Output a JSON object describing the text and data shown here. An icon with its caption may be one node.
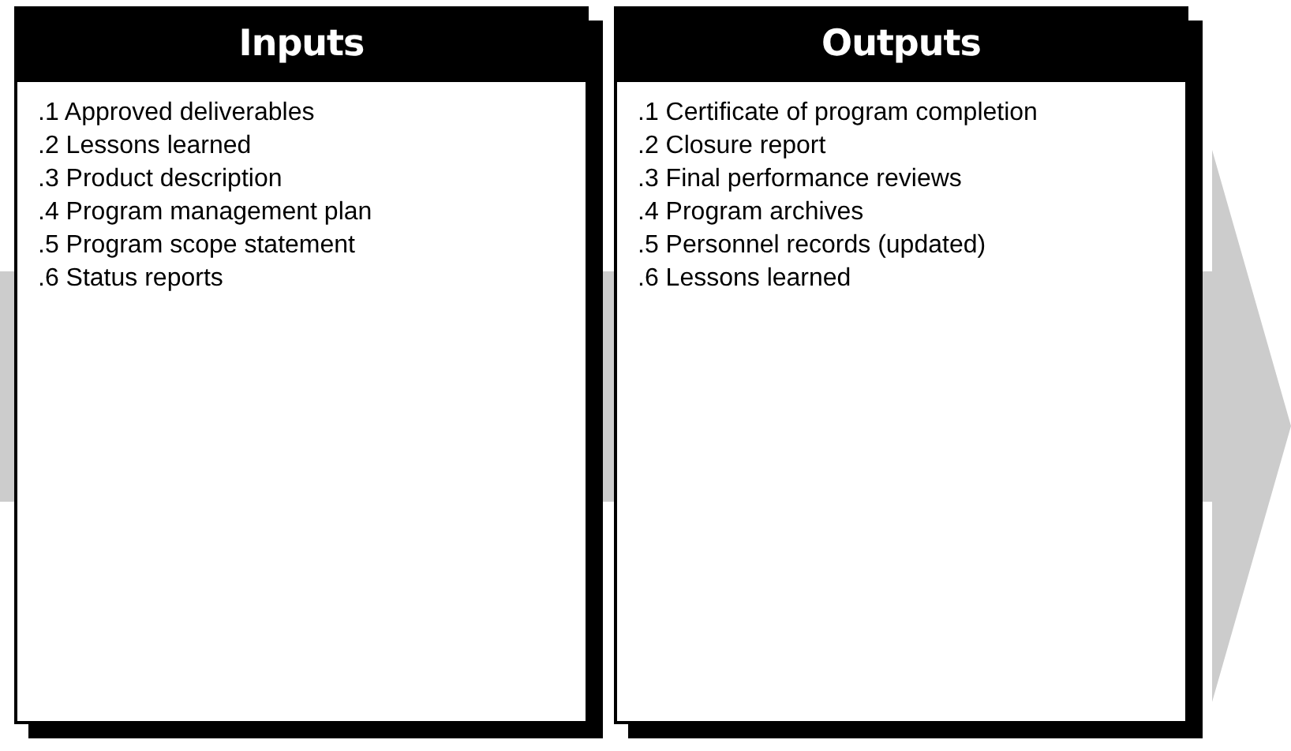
{
  "diagram": {
    "nodes": [
      {
        "text": [
          "Inputs",
          ".1 Approved deliverables",
          ".2 Lessons learned",
          ".3 Product description",
          ".4 Program management plan",
          ".5 Program scope statement",
          ".6 Status reports"
        ]
      },
      {
        "text": [
          "Outputs",
          ".1 Certificate of program completion",
          ".2 Closure report",
          ".3 Final performance reviews",
          ".4 Program archives",
          ".5 Personnel records (updated)",
          ".6 Lessons learned"
        ]
      }
    ]
  }
}
